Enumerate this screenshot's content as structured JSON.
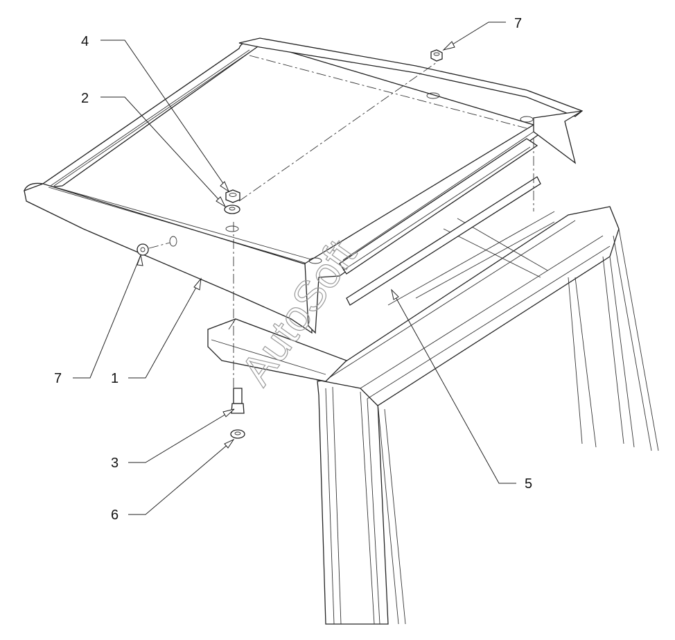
{
  "callouts": [
    {
      "id": "c4",
      "text": "4"
    },
    {
      "id": "c2",
      "text": "2"
    },
    {
      "id": "c7top",
      "text": "7"
    },
    {
      "id": "c7left",
      "text": "7"
    },
    {
      "id": "c1",
      "text": "1"
    },
    {
      "id": "c3",
      "text": "3"
    },
    {
      "id": "c6",
      "text": "6"
    },
    {
      "id": "c5",
      "text": "5"
    }
  ],
  "watermark": "AutoSoft"
}
